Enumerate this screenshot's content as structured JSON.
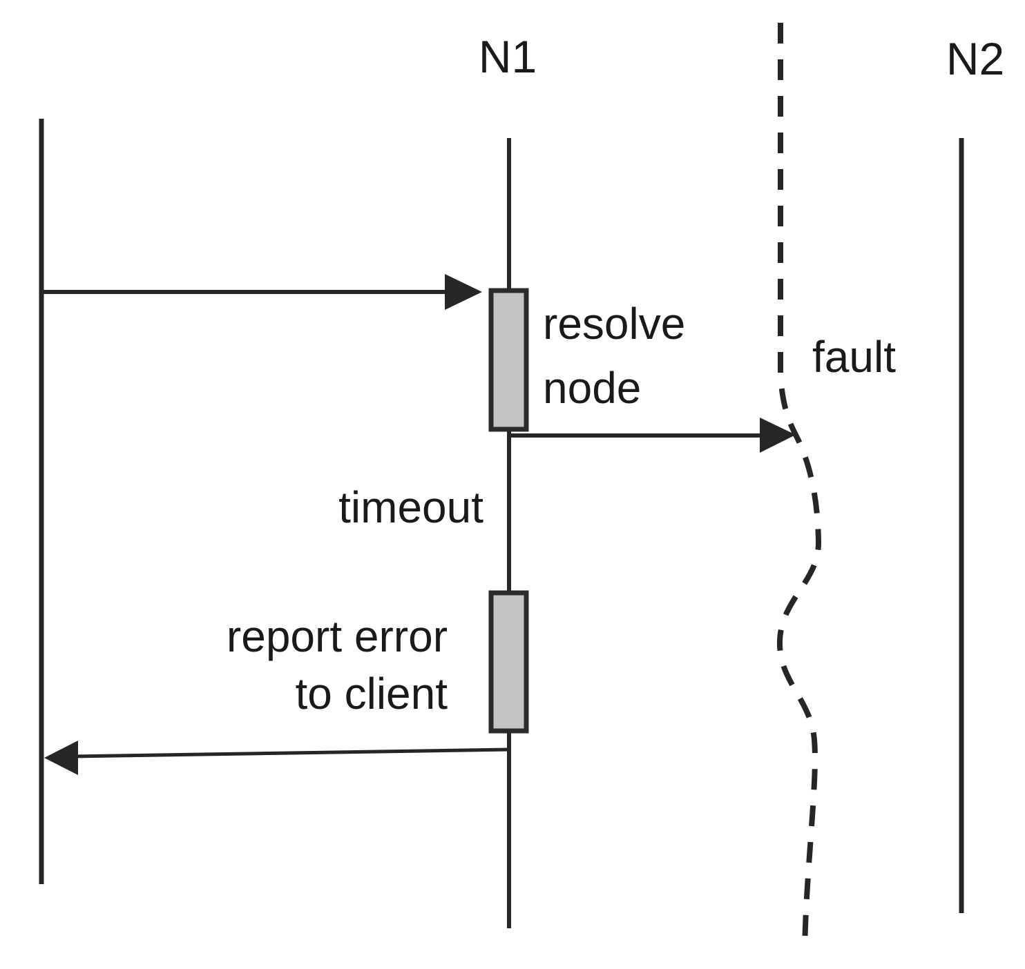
{
  "diagram_type": "sequence-diagram",
  "labels": {
    "n1": "N1",
    "n2": "N2",
    "fault": "fault",
    "resolve_node": "resolve\nnode",
    "timeout": "timeout",
    "report_error": "report error\nto client"
  },
  "structure": {
    "participants": [
      {
        "name": "",
        "lifeline": "solid",
        "position": "left"
      },
      {
        "name": "N1",
        "lifeline": "solid",
        "position": "center"
      },
      {
        "name": "fault",
        "lifeline": "dashed-wavy",
        "position": "center-right"
      },
      {
        "name": "N2",
        "lifeline": "solid",
        "position": "right"
      }
    ],
    "events": [
      {
        "type": "message",
        "from": "left-lifeline",
        "to": "N1"
      },
      {
        "type": "activation",
        "on": "N1",
        "label": "resolve node"
      },
      {
        "type": "message",
        "from": "N1",
        "to": "fault"
      },
      {
        "type": "annotation",
        "on": "N1",
        "label": "timeout"
      },
      {
        "type": "activation",
        "on": "N1",
        "label": "report error to client"
      },
      {
        "type": "message",
        "from": "N1",
        "to": "left-lifeline"
      }
    ]
  },
  "colors": {
    "background": "#ffffff",
    "line": "#262626",
    "text": "#1a1a1a",
    "activation-fill": "#c4c4c4",
    "activation-border": "#2b2b2b"
  }
}
